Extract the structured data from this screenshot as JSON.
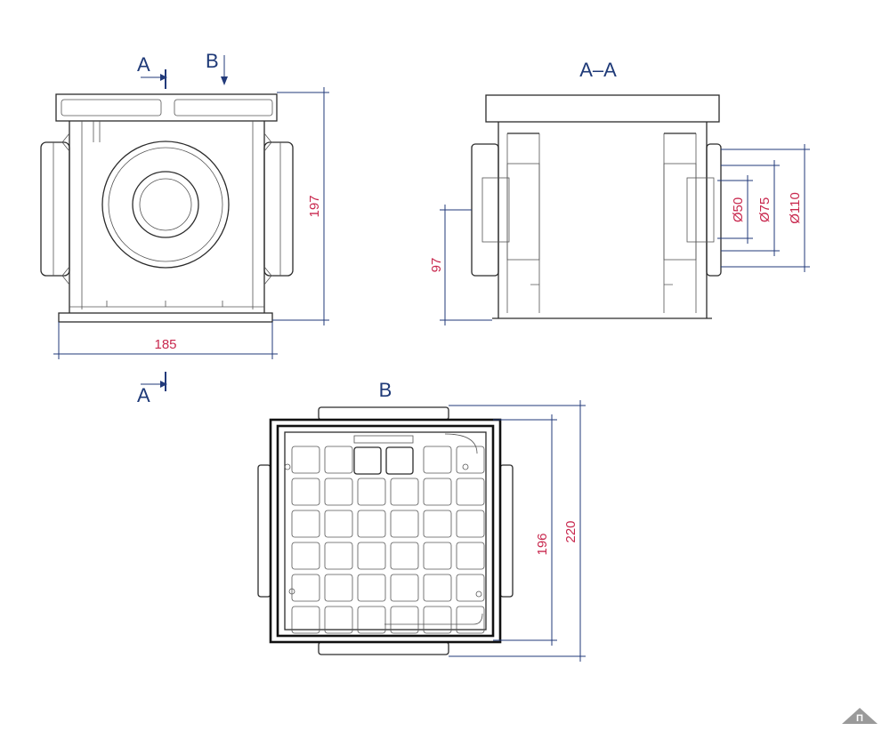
{
  "section_markers": {
    "front_cut_top": "A",
    "front_cut_bottom": "A",
    "front_view_b": "B"
  },
  "view_titles": {
    "section_view": "A–A",
    "plan_view": "B"
  },
  "dimensions": {
    "front_height": "197",
    "front_width": "185",
    "section_height": "97",
    "pipe_d50": "Ø50",
    "pipe_d75": "Ø75",
    "pipe_d110": "Ø110",
    "plan_inner": "196",
    "plan_outer": "220"
  },
  "colors": {
    "dimension_text": "#c8284e",
    "dimension_line": "#223a7a",
    "outline": "#2b2b2b"
  },
  "logo": {
    "text": "П"
  }
}
